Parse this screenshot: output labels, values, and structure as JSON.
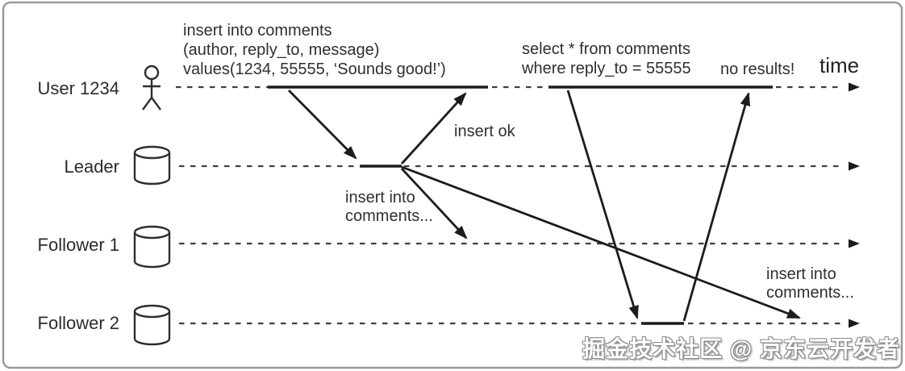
{
  "actors": [
    {
      "label": "User 1234",
      "icon": "person-icon"
    },
    {
      "label": "Leader",
      "icon": "database-cylinder-icon"
    },
    {
      "label": "Follower 1",
      "icon": "database-cylinder-icon"
    },
    {
      "label": "Follower 2",
      "icon": "database-cylinder-icon"
    }
  ],
  "annotations": {
    "insert_query": {
      "line1": "insert into comments",
      "line2": "(author, reply_to, message)",
      "line3": "values(1234, 55555, ‘Sounds good!’)"
    },
    "insert_ok": "insert ok",
    "replicate_1": {
      "line1": "insert into",
      "line2": "comments..."
    },
    "replicate_2": {
      "line1": "insert into",
      "line2": "comments..."
    },
    "select_query": {
      "line1": "select * from comments",
      "line2": "where reply_to = 55555"
    },
    "no_results": "no results!",
    "time_label": "time"
  },
  "watermark": "掘金技术社区 @ 京东云开发者",
  "colors": {
    "solid_line": "#1c1c1c",
    "dashed_line": "#3f3f3f",
    "text": "#2f2f2f",
    "border": "#9a9a9a",
    "watermark_fill": "#ffffff",
    "watermark_outline": "#8a8a8a"
  }
}
